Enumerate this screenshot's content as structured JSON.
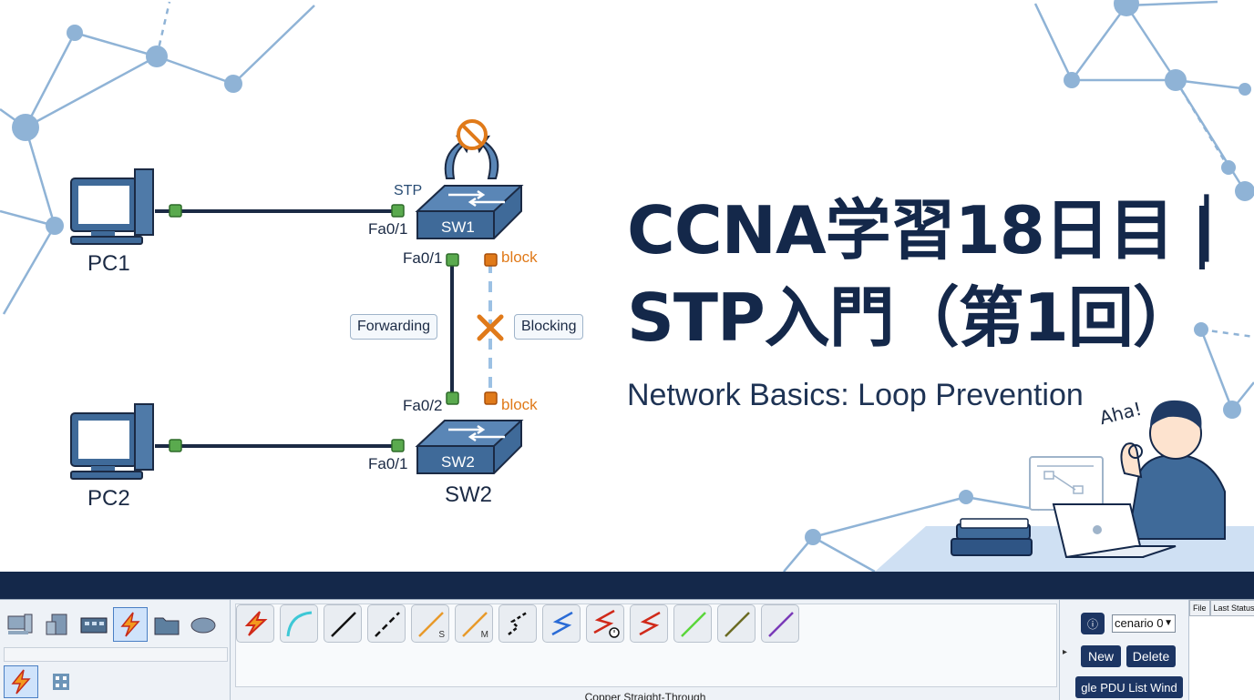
{
  "hero": {
    "title_line1": "CCNA学習18日目｜",
    "title_line2": "STP入門（第1回）",
    "subtitle": "Network Basics: Loop Prevention",
    "exclaim": "Aha!"
  },
  "diagram": {
    "pc1": "PC1",
    "pc2": "PC2",
    "sw1": "SW1",
    "sw2_on_box": "SW2",
    "sw2": "SW2",
    "stp": "STP",
    "pc1_port": "Fa0/1",
    "sw1_down_port": "Fa0/1",
    "sw2_up_port": "Fa0/2",
    "pc2_port": "Fa0/1",
    "block_top": "block",
    "block_bottom": "block",
    "forwarding": "Forwarding",
    "blocking": "Blocking"
  },
  "toolbar": {
    "device_categories": [
      "end-devices",
      "network-devices",
      "components",
      "connections",
      "misc",
      "multiuser"
    ],
    "selected_category": "connections",
    "cables": [
      {
        "name": "automatic",
        "tag": ""
      },
      {
        "name": "console",
        "tag": ""
      },
      {
        "name": "copper-straight-through",
        "tag": ""
      },
      {
        "name": "copper-cross-over",
        "tag": ""
      },
      {
        "name": "fiber",
        "tag": "S"
      },
      {
        "name": "phone",
        "tag": "M"
      },
      {
        "name": "coaxial",
        "tag": ""
      },
      {
        "name": "serial-dce",
        "tag": ""
      },
      {
        "name": "serial-dte",
        "tag": ""
      },
      {
        "name": "octal",
        "tag": ""
      },
      {
        "name": "iot",
        "tag": ""
      },
      {
        "name": "usb",
        "tag": ""
      },
      {
        "name": "wireless",
        "tag": ""
      }
    ],
    "cable_caption": "Copper Straight-Through",
    "scenario_value": "cenario 0",
    "new_label": "New",
    "delete_label": "Delete",
    "pdu_label": "gle PDU List Wind",
    "pdu_columns": [
      "File",
      "Last Status"
    ]
  },
  "colors": {
    "navy": "#14284a",
    "switch_blue": "#3f6a99",
    "port_green": "#5aaa4e",
    "block_orange": "#e07a1a",
    "net_bg_blue": "#8fb3d6"
  }
}
